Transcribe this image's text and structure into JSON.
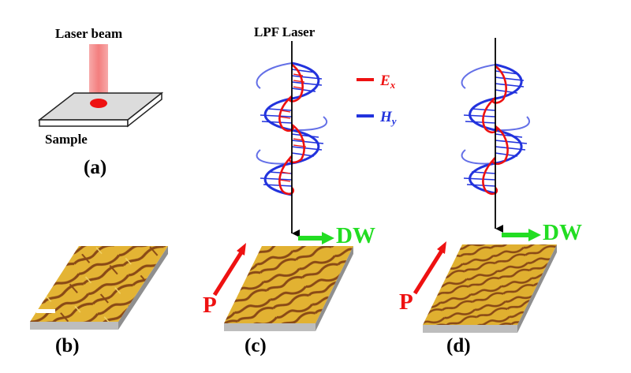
{
  "labels": {
    "laser_beam": "Laser beam",
    "sample": "Sample",
    "lpf_laser": "LPF Laser",
    "panel_a": "(a)",
    "panel_b": "(b)",
    "panel_c": "(c)",
    "panel_d": "(d)",
    "dw": "DW",
    "p": "P"
  },
  "legend": {
    "e_main": "E",
    "e_sub": "x",
    "h_main": "H",
    "h_sub": "y"
  },
  "colors": {
    "e_field": "#ee1111",
    "h_field": "#2233dd",
    "domain_wall": "#22dd22",
    "polarization": "#ee1111",
    "laser_beam": "#f48a8a",
    "domain_light": "#e0b032",
    "domain_dark": "#8a4a16",
    "substrate": "#a8a8a8"
  }
}
